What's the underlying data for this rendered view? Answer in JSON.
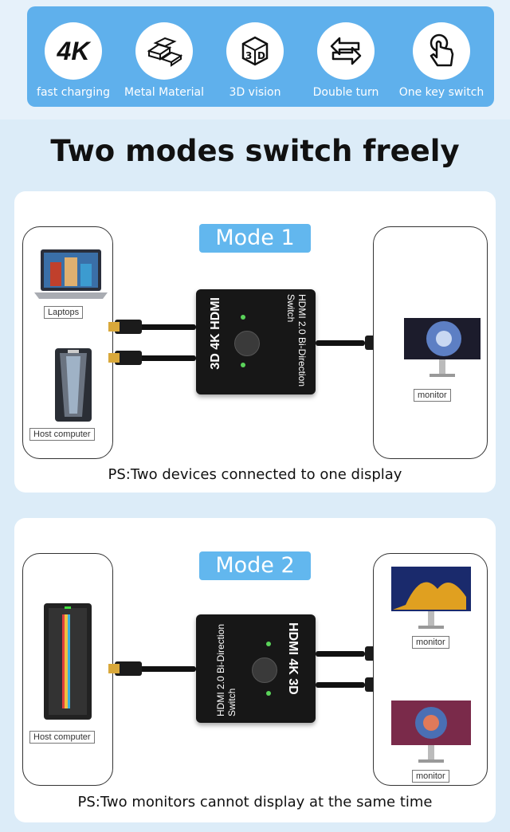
{
  "features": [
    {
      "icon": "4k-icon",
      "glyph": "4K",
      "label": "fast charging"
    },
    {
      "icon": "metal-bars-icon",
      "label": "Metal Material"
    },
    {
      "icon": "3d-cube-icon",
      "glyph": "3D",
      "label": "3D vision"
    },
    {
      "icon": "double-arrow-icon",
      "label": "Double turn"
    },
    {
      "icon": "hand-touch-icon",
      "label": "One key switch"
    }
  ],
  "headline": "Two modes switch freely",
  "mode1": {
    "title": "Mode 1",
    "laptop_label": "Laptops",
    "host_label": "Host computer",
    "monitor_label": "monitor",
    "switch_text": "HDMI 2.0 Bi-Direction Switch",
    "caption": "PS:Two devices connected to one display"
  },
  "mode2": {
    "title": "Mode 2",
    "host_label": "Host computer",
    "monitor1_label": "monitor",
    "monitor2_label": "monitor",
    "switch_text": "HDMI 2.0 Bi-Direction Switch",
    "caption": "PS:Two monitors cannot display at the same time"
  },
  "colors": {
    "accent": "#5fb0ec",
    "pill": "#62b7ee",
    "background": "#dcecf8"
  }
}
